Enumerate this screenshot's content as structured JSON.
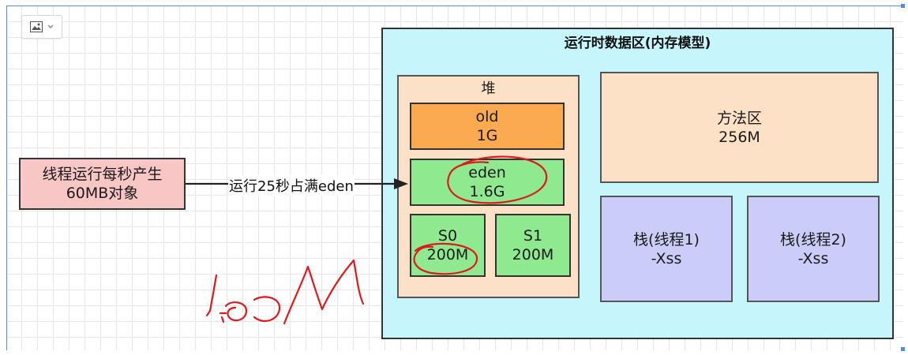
{
  "toolbar": {
    "image_icon": "image-icon",
    "dropdown_icon": "chevron-down-icon"
  },
  "diagram": {
    "runtime_area": {
      "title": "运行时数据区(内存模型)"
    },
    "heap": {
      "title": "堆",
      "old": {
        "line1": "old",
        "line2": "1G"
      },
      "eden": {
        "line1": "eden",
        "line2": "1.6G"
      },
      "s0": {
        "line1": "S0",
        "line2": "200M"
      },
      "s1": {
        "line1": "S1",
        "line2": "200M"
      }
    },
    "method_area": {
      "line1": "方法区",
      "line2": "256M"
    },
    "stack1": {
      "line1": "栈(线程1)",
      "line2": "-Xss"
    },
    "stack2": {
      "line1": "栈(线程2)",
      "line2": "-Xss"
    },
    "thread_box": {
      "line1": "线程运行每秒产生",
      "line2": "60MB对象"
    },
    "arrow_label": "运行25秒占满eden",
    "handwriting": {
      "text": "100M",
      "color": "#e0181c"
    }
  }
}
